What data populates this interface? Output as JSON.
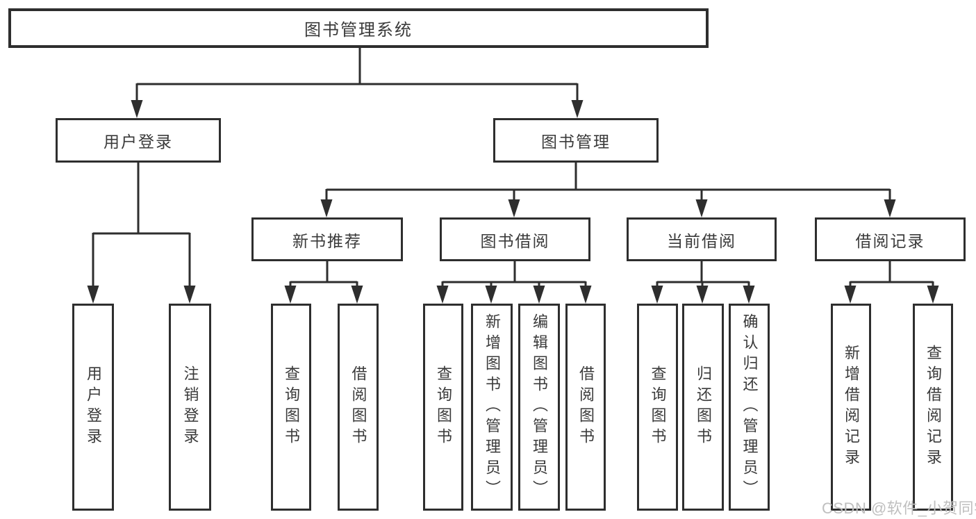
{
  "diagram": {
    "title": "图书管理系统",
    "branches": [
      {
        "label": "用户登录",
        "children": [
          "用户登录",
          "注销登录"
        ]
      },
      {
        "label": "图书管理",
        "groups": [
          {
            "label": "新书推荐",
            "children": [
              "查询图书",
              "借阅图书"
            ]
          },
          {
            "label": "图书借阅",
            "children": [
              "查询图书",
              "新增图书（管理员）",
              "编辑图书（管理员）",
              "借阅图书"
            ]
          },
          {
            "label": "当前借阅",
            "children": [
              "查询图书",
              "归还图书",
              "确认归还（管理员）"
            ]
          },
          {
            "label": "借阅记录",
            "children": [
              "新增借阅记录",
              "查询借阅记录"
            ]
          }
        ]
      }
    ]
  },
  "watermark": "CSDN @软件_小贺同学",
  "colors": {
    "line": "#2e2e2e",
    "box_border": "#2e2e2e",
    "text": "#3a3a3a",
    "watermark": "#bfbfbf",
    "background": "#ffffff"
  }
}
